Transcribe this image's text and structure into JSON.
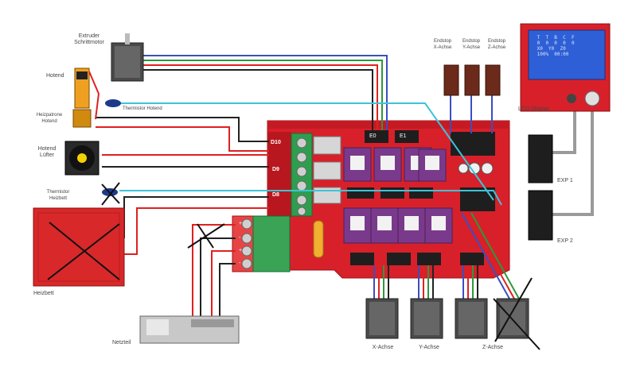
{
  "components": {
    "extruder_motor": "Extruder\nSchrittmotor",
    "hotend": "Hotend",
    "thermistor_hotend": "Thermistor Hotend",
    "heatcartridge_hotend": "Heizpatrone\nHotend",
    "hotend_fan": "Hotend\nLüfter",
    "thermistor_heatbed": "Thermistor\nHeizbett",
    "heatbed": "Heizbett",
    "power_supply": "Netzteil",
    "endstop_x": "Endstop\nX-Achse",
    "endstop_y": "Endstop\nY-Achse",
    "endstop_z": "Endstop\nZ-Achse",
    "lcd": "LCD Display",
    "exp1": "EXP 1",
    "exp2": "EXP 2",
    "motor_x": "X-Achse",
    "motor_y": "Y-Achse",
    "motor_z": "Z-Achse"
  },
  "board_labels": {
    "d10": "D10",
    "d9": "D9",
    "d8": "D8",
    "e0": "E0",
    "e1": "E1",
    "term_plus": "+",
    "term_minus": "-"
  },
  "lcd_screen": {
    "line1": " T  T  B  C  F",
    "line2": " 0  0  0  0  0",
    "line3": " X0  Y0  Z0",
    "line4": " 100%  00:00"
  },
  "colors": {
    "board_red": "#d8202a",
    "driver_purple": "#7a3a8c",
    "terminal_green": "#2e9e4e",
    "lcd_blue": "#2f5fd6",
    "wire_red": "#e02020",
    "wire_black": "#222222",
    "wire_green": "#2a9a3a",
    "wire_blue": "#3a4fc0",
    "wire_cyan": "#3cc4d8",
    "wire_gray": "#9a9a9a",
    "cross_black": "#111111"
  },
  "crossed_out": [
    "thermistor_heatbed",
    "heatbed",
    "psu_to_board_wires",
    "motor_z_second"
  ]
}
